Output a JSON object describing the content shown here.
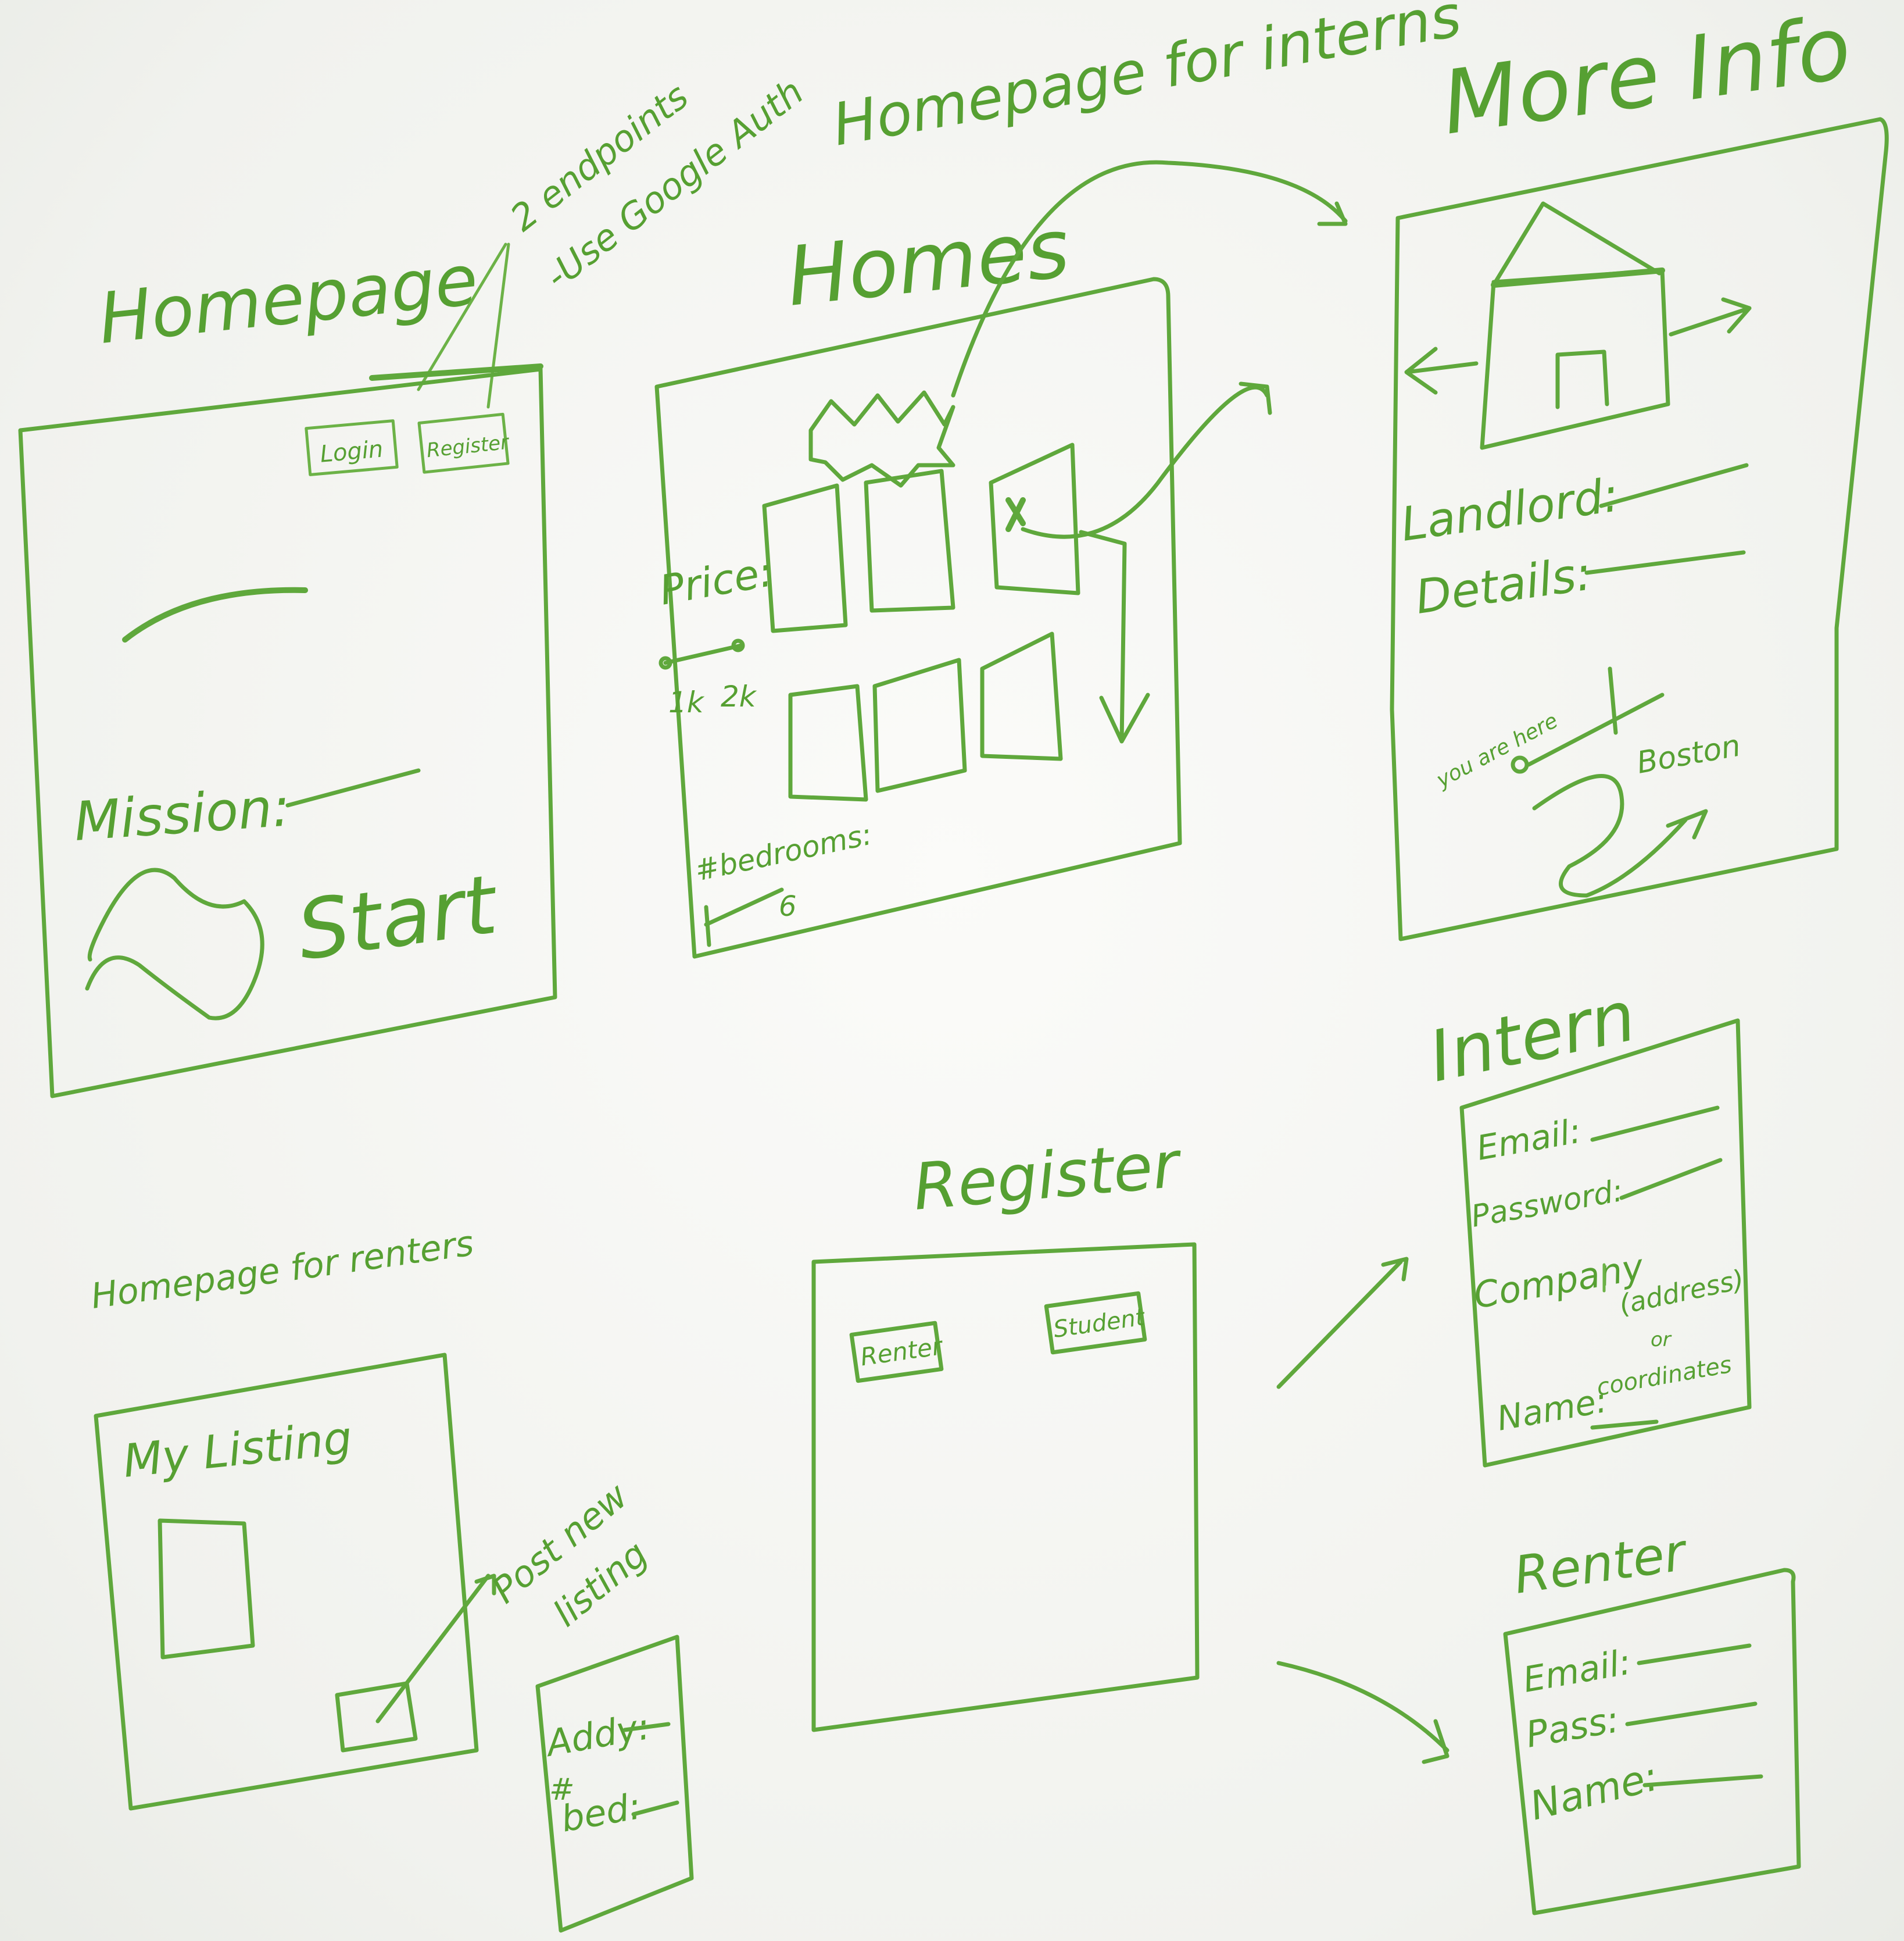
{
  "colors": {
    "ink": "#5fa83c",
    "board": "#f4f5f2"
  },
  "annotations": {
    "homepage_title": "Homepage",
    "auth_note_line1": "2 endpoints",
    "auth_note_line2": "-Use Google Auth",
    "interns_title": "Homepage for interns",
    "homes_title": "Homes",
    "more_info_title": "More Info",
    "renters_title": "Homepage for renters",
    "register_title": "Register",
    "intern_title": "Intern",
    "renter_title": "Renter"
  },
  "homepage": {
    "login_label": "Login",
    "register_label": "Register",
    "mission_label": "Mission:",
    "start_label": "Start"
  },
  "homes": {
    "price_label": "Price:",
    "price_min": "1k",
    "price_max": "2k",
    "bedrooms_label": "#bedrooms:",
    "bedrooms_value": "6"
  },
  "more_info": {
    "landlord_label": "Landlord:",
    "details_label": "Details:",
    "map_you_label": "you are here",
    "map_dest_label": "Boston"
  },
  "renters": {
    "my_listing_label": "My Listing",
    "post_new_line1": "Post new",
    "post_new_line2": "listing",
    "addy_label": "Addy:",
    "bed_label_line1": "#",
    "bed_label_line2": "bed:"
  },
  "register": {
    "renter_button": "Renter",
    "student_button": "Student"
  },
  "intern_form": {
    "email_label": "Email:",
    "password_label": "Password:",
    "company_label": "Company",
    "address_label": "(address)",
    "or_label": "or",
    "coordinates_label": "coordinates",
    "name_label": "Name:"
  },
  "renter_form": {
    "email_label": "Email:",
    "pass_label": "Pass:",
    "name_label": "Name:"
  }
}
